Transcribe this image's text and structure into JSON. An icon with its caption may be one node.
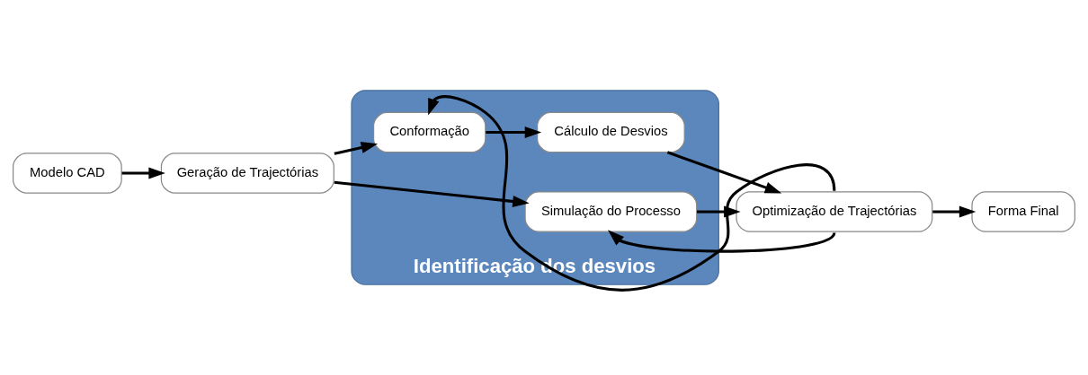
{
  "diagram": {
    "nodes": [
      {
        "text": [
          "Modelo CAD"
        ]
      },
      {
        "text": [
          "Geração de Trajectórias"
        ]
      },
      {
        "text": [
          "Identificação dos desvios"
        ]
      },
      {
        "text": [
          "Conformação"
        ],
        "in": 2
      },
      {
        "text": [
          "Cálculo de Desvios"
        ],
        "in": 2
      },
      {
        "text": [
          "Simulação do Processo"
        ],
        "in": 2
      },
      {
        "text": [
          "Optimização de Trajectórias"
        ]
      },
      {
        "text": [
          "Forma Final"
        ]
      }
    ],
    "edges": [
      {
        "from": 0,
        "to": 1,
        "arrow": "to"
      },
      {
        "from": 1,
        "to": 3,
        "arrow": "to"
      },
      {
        "from": 1,
        "to": 5,
        "arrow": "to"
      },
      {
        "from": 3,
        "to": 4,
        "arrow": "to"
      },
      {
        "from": 4,
        "to": 6,
        "arrow": "to"
      },
      {
        "from": 5,
        "to": 6,
        "arrow": "to"
      },
      {
        "from": 6,
        "to": 7,
        "arrow": "to"
      },
      {
        "from": 6,
        "to": 3,
        "arrow": "to"
      },
      {
        "from": 6,
        "to": 5,
        "arrow": "to"
      }
    ]
  }
}
